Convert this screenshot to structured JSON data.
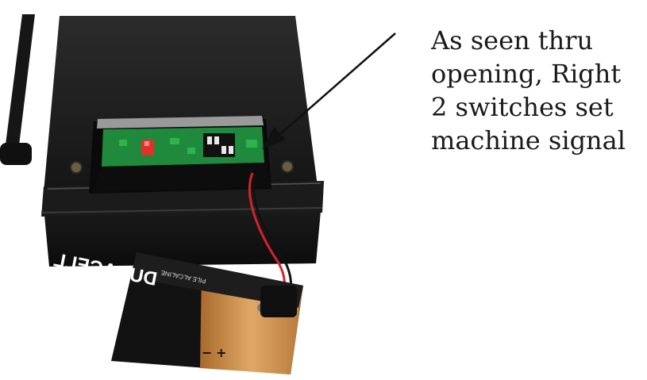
{
  "caption": {
    "lines": [
      "As seen thru",
      "opening, Right",
      "2 switches set",
      "machine signal"
    ]
  },
  "battery": {
    "brand": "DURACELL",
    "sub_label": "PILE ALCALINE",
    "polarity_plus": "+",
    "polarity_minus": "−"
  },
  "colors": {
    "enclosure": "#1c1c1c",
    "circuit_board": "#1f8a3b",
    "led": "#e0312a",
    "battery_copper": "#c98a45",
    "battery_black": "#121212",
    "arrow": "#111111"
  },
  "icons": {
    "arrow": "arrow-icon"
  }
}
